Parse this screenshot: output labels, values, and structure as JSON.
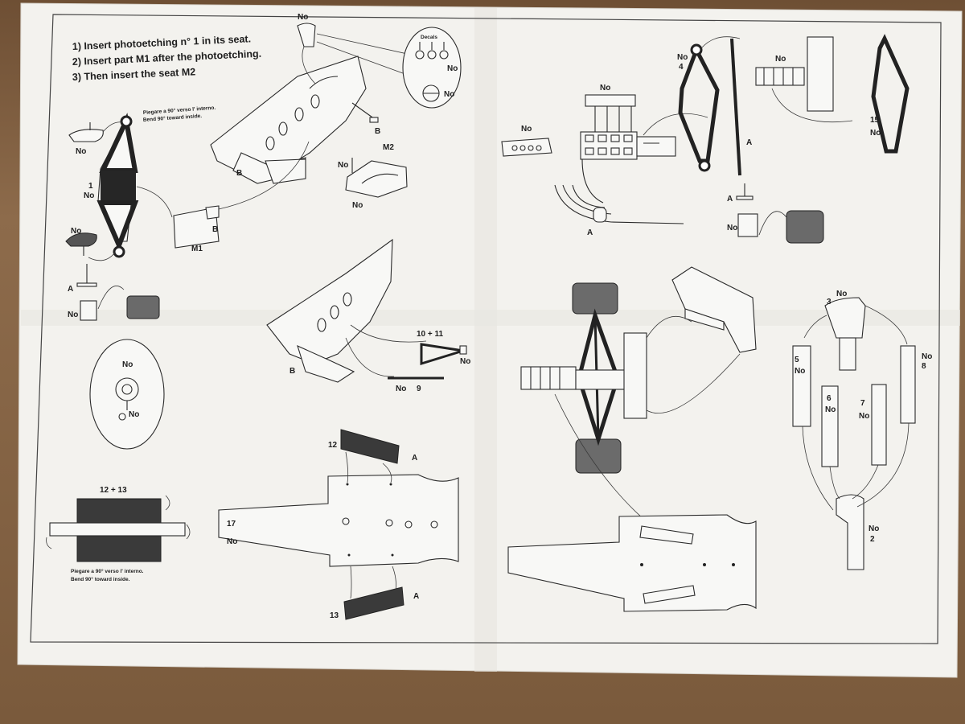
{
  "instructions": [
    "1) Insert photoetching n° 1 in its seat.",
    "2) Insert part M1 after the photoetching.",
    "3) Then insert the seat M2"
  ],
  "bend_note_it": "Piegare a 90° verso l' interno.",
  "bend_note_en": "Bend 90° toward inside.",
  "decals_label": "Decals",
  "labels": {
    "no": "No",
    "b": "B",
    "a": "A",
    "m1": "M1",
    "m2": "M2",
    "p1": "1",
    "p2": "2",
    "p3": "3",
    "p4": "4",
    "p5": "5",
    "p6": "6",
    "p7": "7",
    "p8": "8",
    "p9": "9",
    "p10_11": "10 + 11",
    "p12": "12",
    "p12_13": "12 + 13",
    "p13": "13",
    "p15": "15",
    "p17": "17"
  }
}
